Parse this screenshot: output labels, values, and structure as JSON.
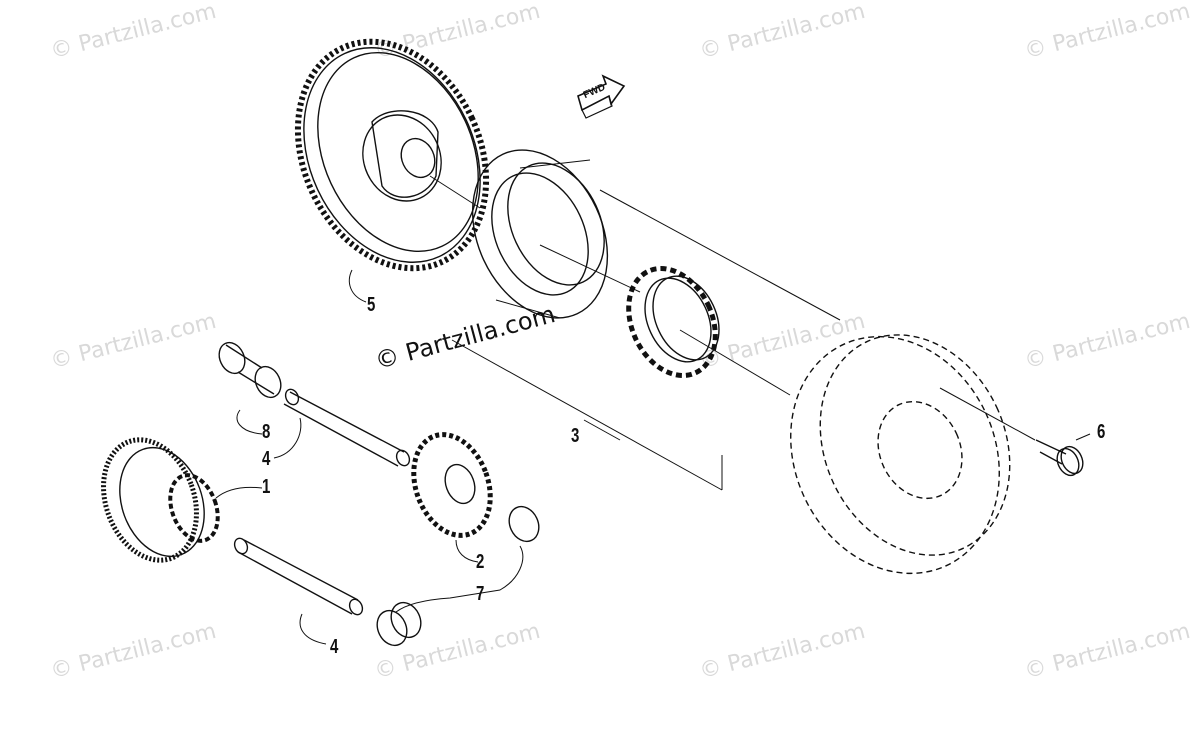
{
  "watermark": {
    "text": "© Partzilla.com",
    "center_text": "© Partzilla.com"
  },
  "direction_arrow": {
    "label": "FWD"
  },
  "callouts": [
    {
      "id": "callout-1",
      "label": "1"
    },
    {
      "id": "callout-2",
      "label": "2"
    },
    {
      "id": "callout-3",
      "label": "3"
    },
    {
      "id": "callout-4a",
      "label": "4"
    },
    {
      "id": "callout-4b",
      "label": "4"
    },
    {
      "id": "callout-5",
      "label": "5"
    },
    {
      "id": "callout-6",
      "label": "6"
    },
    {
      "id": "callout-7",
      "label": "7"
    },
    {
      "id": "callout-8",
      "label": "8"
    }
  ],
  "colors": {
    "line": "#111111",
    "watermark": "#d9d9d9",
    "background": "#ffffff"
  },
  "parts": [
    {
      "label": "1",
      "icon": "starter-driven-gear-icon"
    },
    {
      "label": "2",
      "icon": "idler-gear-icon"
    },
    {
      "label": "3",
      "icon": "starter-clutch-assembly-icon"
    },
    {
      "label": "4",
      "icon": "shaft-icon"
    },
    {
      "label": "5",
      "icon": "starter-ring-gear-icon"
    },
    {
      "label": "6",
      "icon": "bolt-icon"
    },
    {
      "label": "7",
      "icon": "bushing-icon"
    },
    {
      "label": "8",
      "icon": "bushing-icon"
    }
  ]
}
